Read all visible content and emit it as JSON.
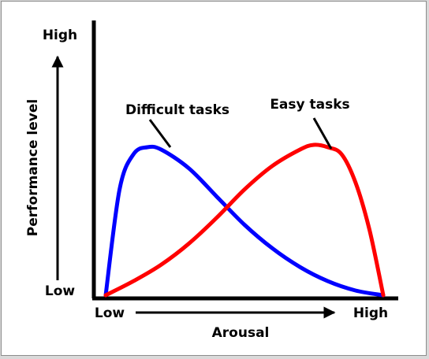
{
  "chart_data": {
    "type": "line",
    "xlabel": "Arousal",
    "ylabel": "Performance level",
    "x_tick_labels": {
      "low": "Low",
      "high": "High"
    },
    "y_tick_labels": {
      "low": "Low",
      "high": "High"
    },
    "xlim": [
      0,
      1
    ],
    "ylim": [
      0,
      1
    ],
    "grid": false,
    "series": [
      {
        "name": "Difficult tasks",
        "color": "#0000ff",
        "x": [
          0.0,
          0.05,
          0.1,
          0.15,
          0.2,
          0.3,
          0.4,
          0.5,
          0.6,
          0.7,
          0.8,
          0.9,
          1.0
        ],
        "y": [
          0.0,
          0.45,
          0.6,
          0.63,
          0.62,
          0.54,
          0.42,
          0.3,
          0.2,
          0.12,
          0.06,
          0.02,
          0.0
        ]
      },
      {
        "name": "Easy tasks",
        "color": "#ff0000",
        "x": [
          0.0,
          0.1,
          0.2,
          0.3,
          0.4,
          0.5,
          0.6,
          0.7,
          0.75,
          0.8,
          0.85,
          0.9,
          0.95,
          1.0
        ],
        "y": [
          0.0,
          0.06,
          0.13,
          0.22,
          0.33,
          0.45,
          0.55,
          0.62,
          0.64,
          0.63,
          0.6,
          0.48,
          0.28,
          0.0
        ]
      }
    ]
  }
}
